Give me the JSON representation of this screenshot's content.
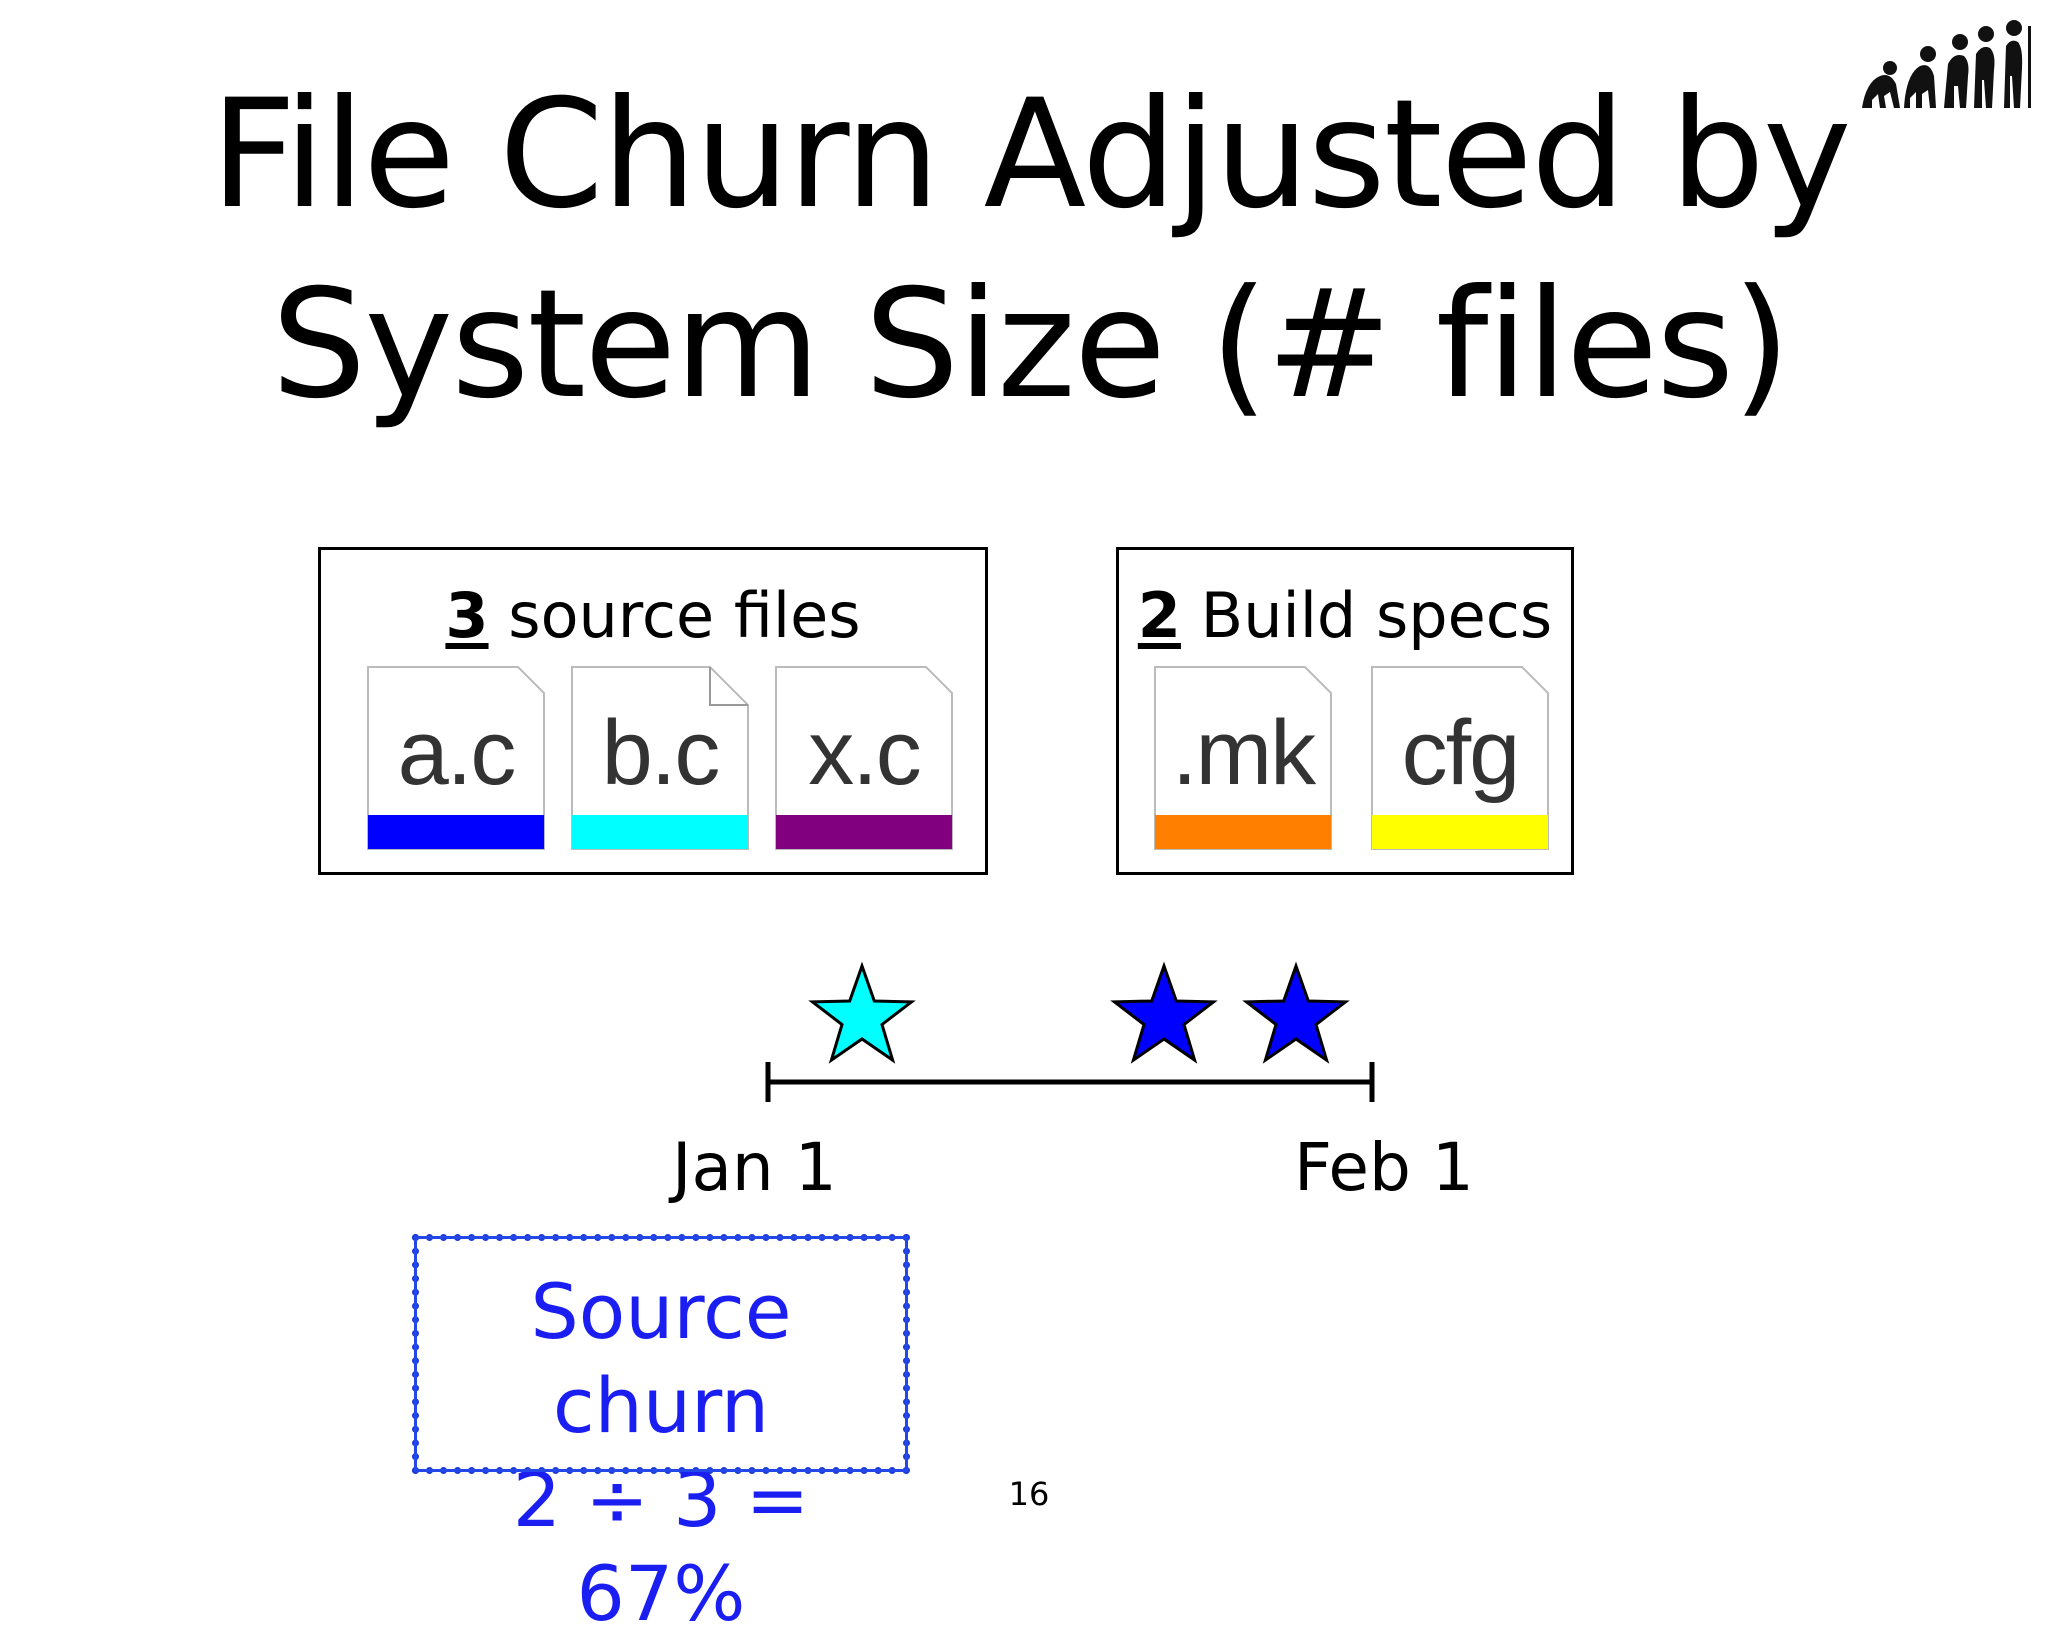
{
  "slide": {
    "title_line1": "File Churn Adjusted by",
    "title_line2": "System Size (# files)",
    "page_number": "16"
  },
  "source_box": {
    "count": "3",
    "label": "source files",
    "files": [
      {
        "name": "a.c",
        "color": "#0000ff"
      },
      {
        "name": "b.c",
        "color": "#00ffff"
      },
      {
        "name": "x.c",
        "color": "#800080"
      }
    ]
  },
  "build_box": {
    "count": "2",
    "label": "Build specs",
    "files": [
      {
        "name": ".mk",
        "color": "#ff8000"
      },
      {
        "name": "cfg",
        "color": "#ffff00"
      }
    ]
  },
  "timeline": {
    "start_label": "Jan 1",
    "end_label": "Feb 1",
    "stars": [
      {
        "color": "#00ffff"
      },
      {
        "color": "#0000ff"
      },
      {
        "color": "#0000ff"
      }
    ]
  },
  "result": {
    "line1": "Source churn",
    "line2": "2 ÷ 3 = 67%",
    "color": "#1a1ef0"
  }
}
